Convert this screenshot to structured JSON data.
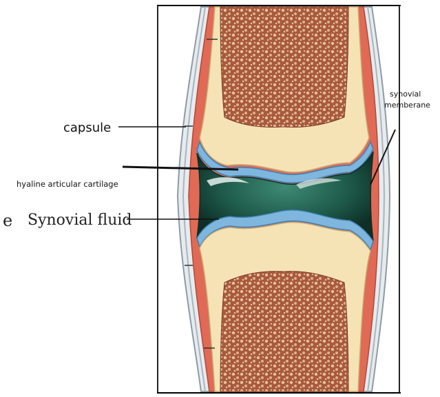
{
  "labels": {
    "capsule": "capsule",
    "synovial_membrane_line1": "synovial",
    "synovial_membrane_line2": "memberane",
    "cartilage": "hyaline articular cartilage",
    "fluid": "Synovial fluid",
    "edge_fragment": "e"
  },
  "colors": {
    "bone_cortex": "#F5E3B5",
    "spongy_bone": "#A8593E",
    "cartilage": "#7FB6DD",
    "synovial_fluid": "#1E5A4A",
    "synovial_membrane": "#E06A55",
    "capsule": "#B8C4CC"
  }
}
